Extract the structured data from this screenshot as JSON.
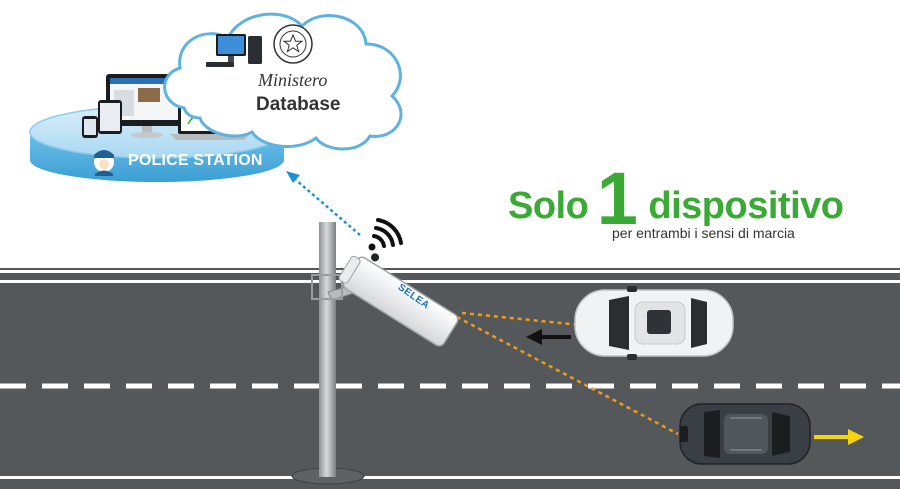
{
  "headline": {
    "word1": "Solo",
    "number": "1",
    "word2": "dispositivo"
  },
  "subline": "per entrambi i sensi di marcia",
  "police_station": "POLICE STATION",
  "cloud": {
    "ministero": "Ministero",
    "database": "Database"
  },
  "camera_brand": "SELEA",
  "colors": {
    "headline_green": "#3aa935",
    "station_blue": "#5bb2e2",
    "road": "#55585b",
    "laser_orange": "#f39c12",
    "arrow_yellow": "#f5d50a",
    "uplink_blue": "#1e90d6"
  },
  "icons": [
    "cloud-icon",
    "desktop-pc-icon",
    "emblem-icon",
    "police-officer-icon",
    "wifi-icon",
    "camera-icon",
    "car-icon"
  ]
}
